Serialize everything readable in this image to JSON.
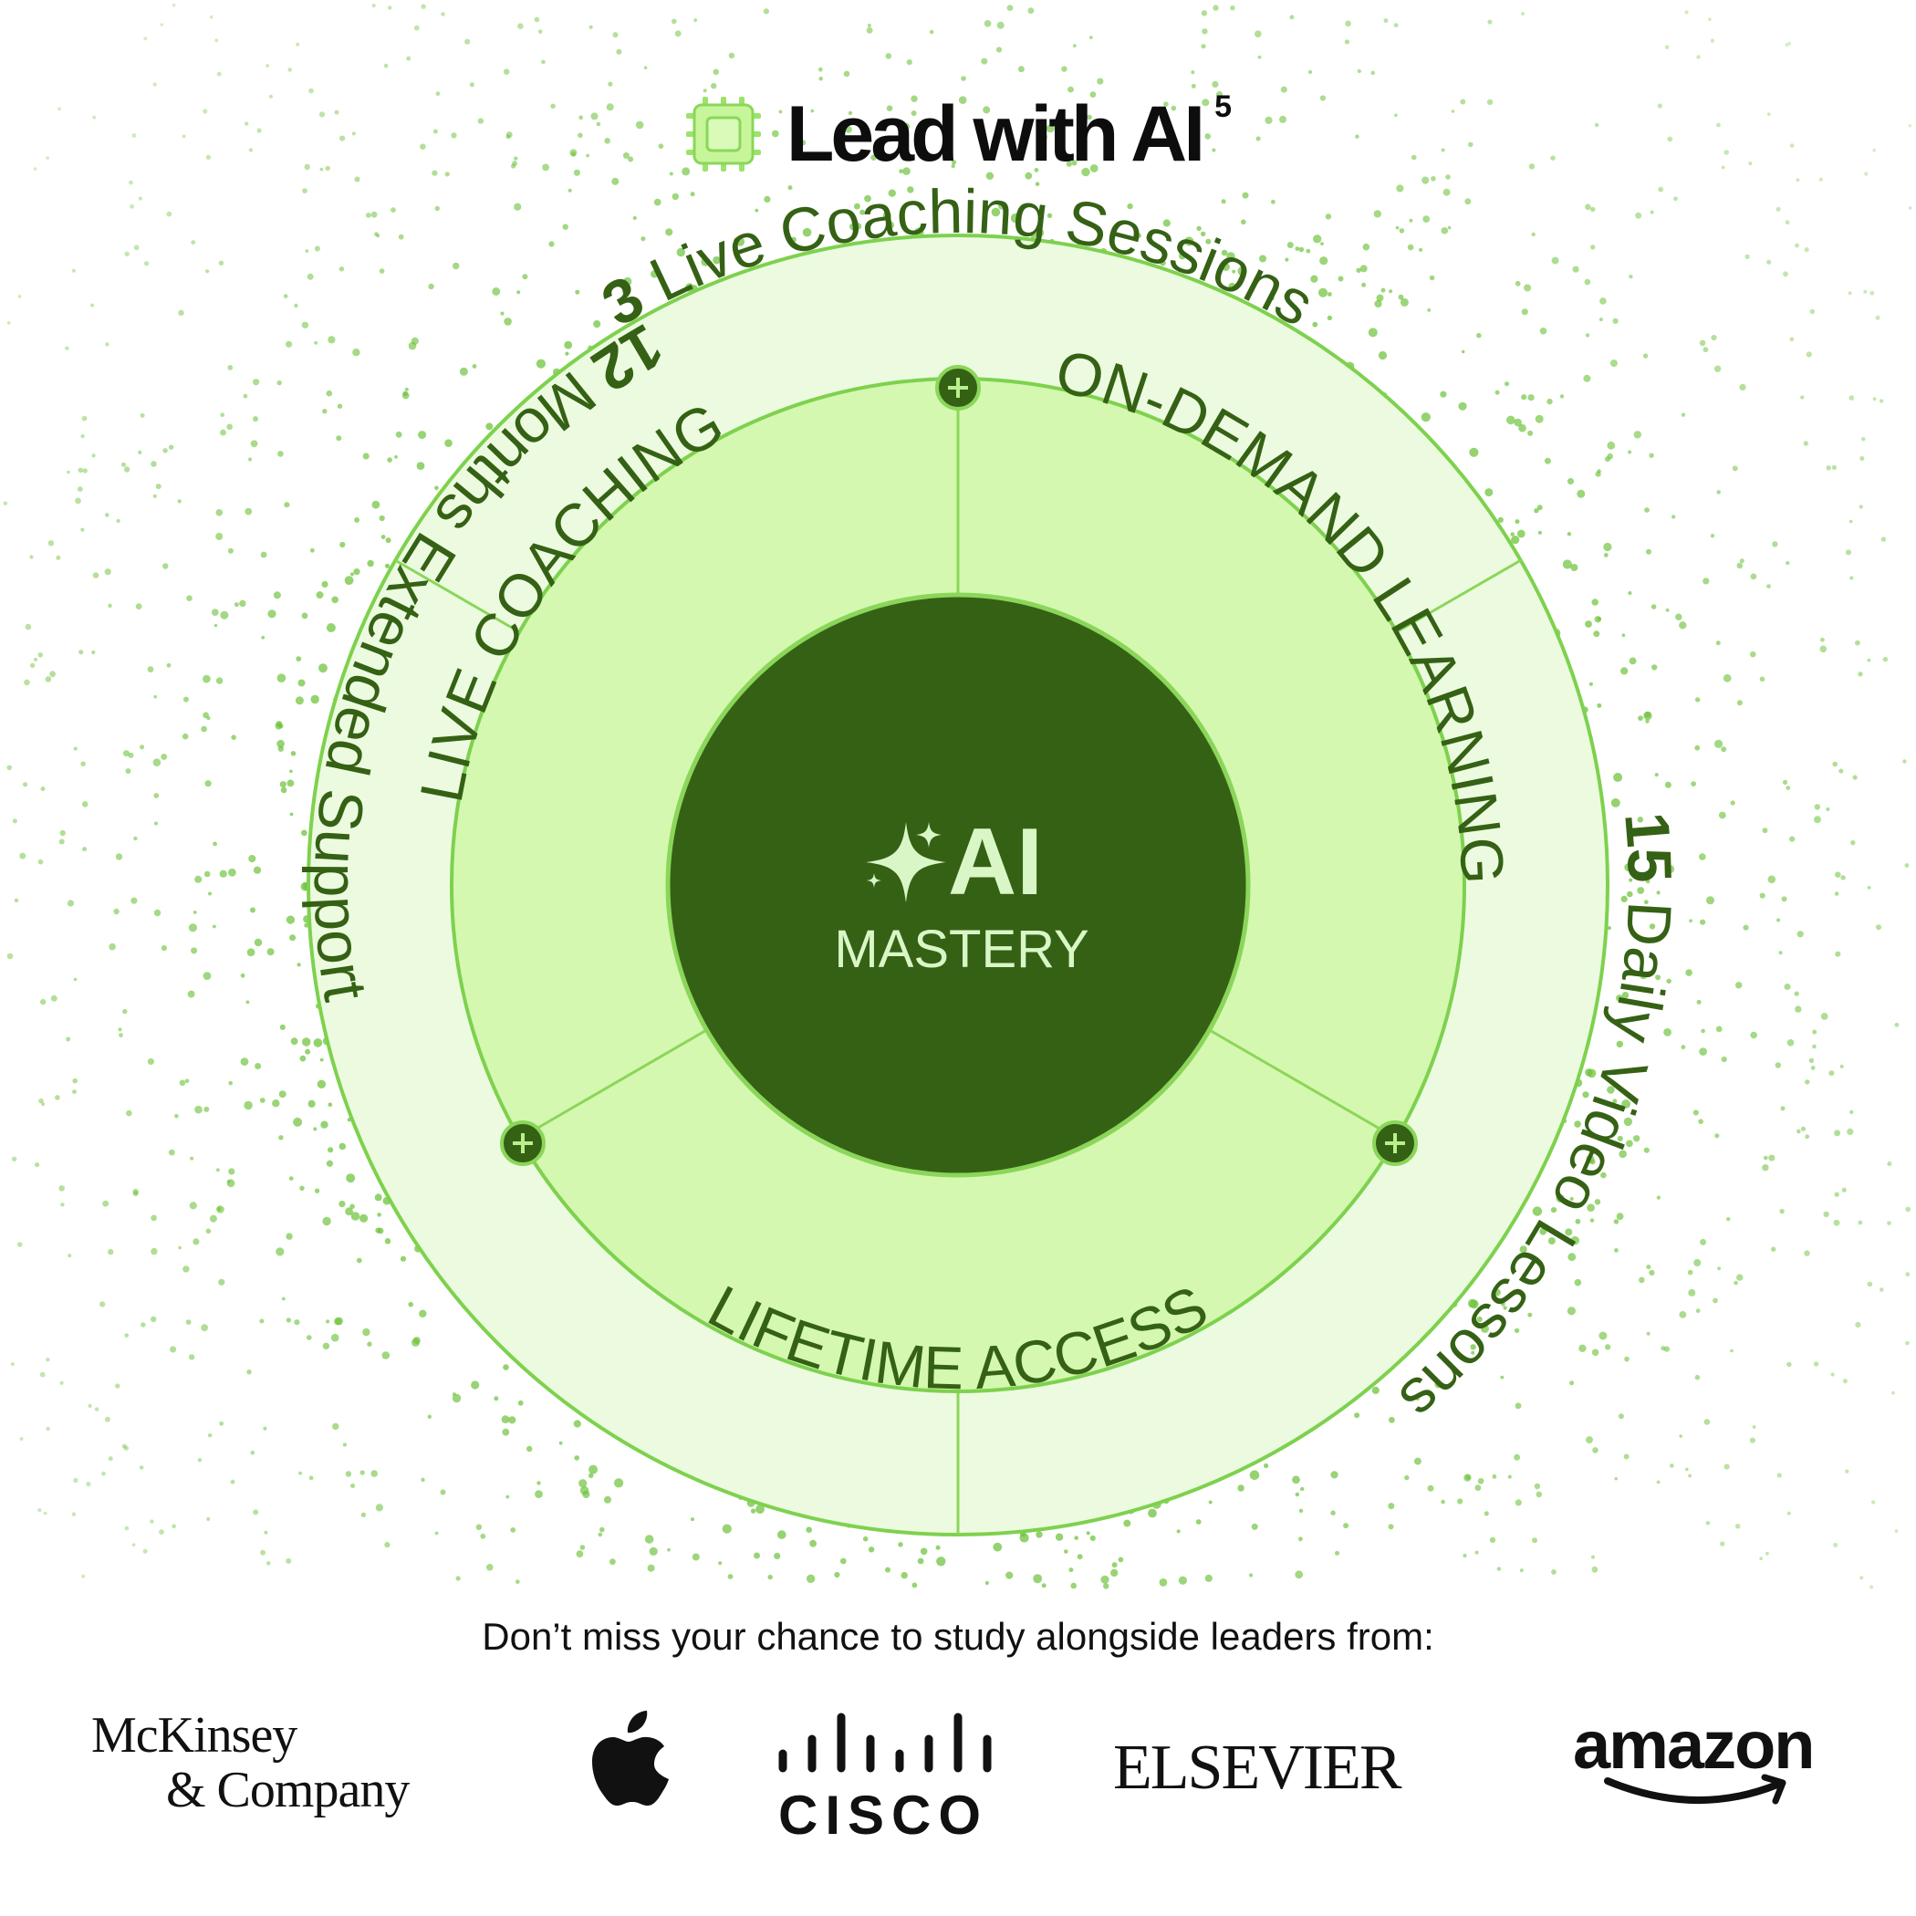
{
  "header": {
    "brand_name": "Lead with AI",
    "superscript": "5",
    "icon": "chip-icon"
  },
  "diagram": {
    "center": {
      "title": "AI",
      "subtitle": "MASTERY",
      "icon": "sparkle-icon"
    },
    "inner_ring": [
      {
        "label": "LIVE COACHING"
      },
      {
        "label": "ON-DEMAND LEARNING"
      },
      {
        "label": "LIFETIME ACCESS"
      }
    ],
    "outer_ring": [
      {
        "number": "3",
        "text": "Live Coaching Sessions"
      },
      {
        "number": "15",
        "text": "Daily Video Lessons"
      },
      {
        "number": "12",
        "text": "Months Extended Support"
      }
    ],
    "connector_icon": "plus-icon",
    "colors": {
      "center": "#356115",
      "center_text": "#d9f7c6",
      "inner_ring": "#d4f8b0",
      "outer_ring": "#ecfbe0",
      "stroke": "#7ed14e",
      "text": "#356115",
      "dots": "#6cc23a"
    }
  },
  "footer": {
    "cta": "Don’t miss your chance to study alongside leaders from:",
    "logos": [
      {
        "name": "McKinsey & Company",
        "line1": "McKinsey",
        "line2": "& Company"
      },
      {
        "name": "Apple",
        "icon": "apple-logo-icon"
      },
      {
        "name": "CISCO",
        "text": "CISCO"
      },
      {
        "name": "ELSEVIER",
        "text": "ELSEVIER"
      },
      {
        "name": "amazon",
        "text": "amazon"
      }
    ]
  }
}
